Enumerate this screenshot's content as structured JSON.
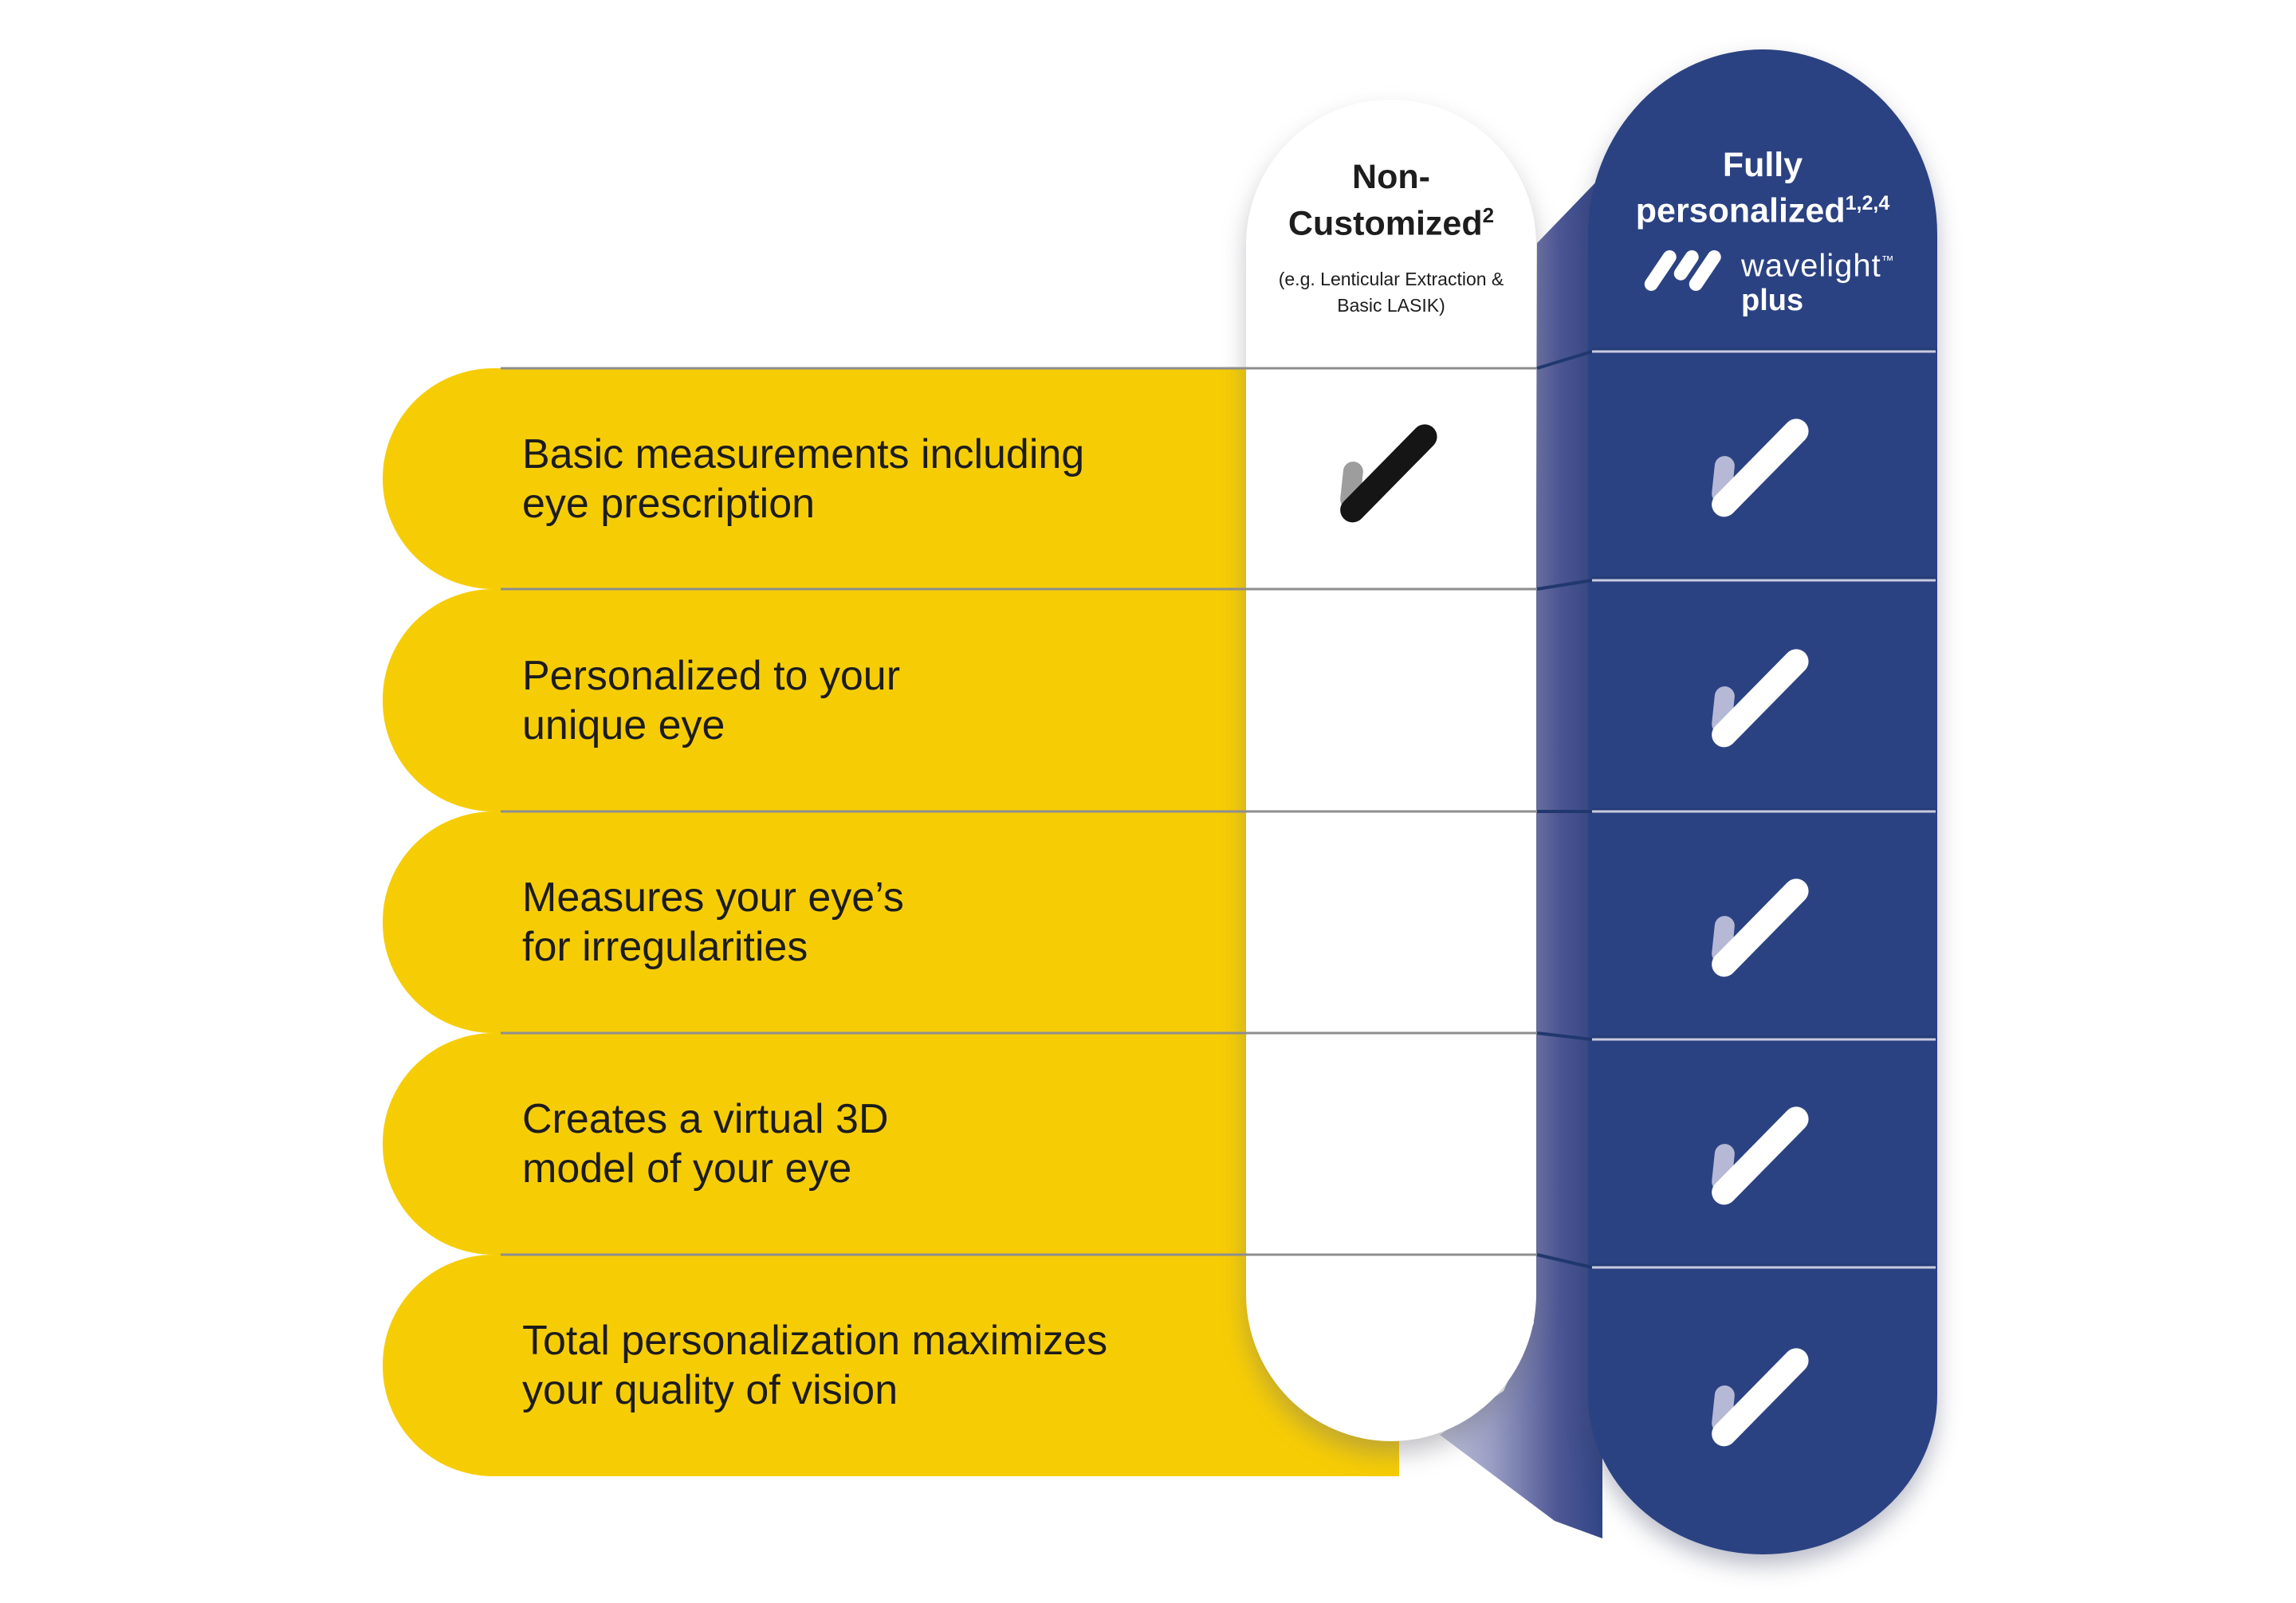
{
  "table": {
    "rows": [
      {
        "line1": "Basic measurements including",
        "line2": "eye prescription",
        "non_customized": true,
        "fully_personalized": true
      },
      {
        "line1": "Personalized to your",
        "line2": "unique eye",
        "non_customized": false,
        "fully_personalized": true
      },
      {
        "line1": "Measures your eye’s",
        "line2": "for irregularities",
        "non_customized": false,
        "fully_personalized": true
      },
      {
        "line1": "Creates a virtual 3D",
        "line2": "model of your eye",
        "non_customized": false,
        "fully_personalized": true
      },
      {
        "line1": "Total personalization maximizes",
        "line2": "your quality of vision",
        "non_customized": false,
        "fully_personalized": true
      }
    ],
    "columns": {
      "non_customized": {
        "title": "Non-",
        "title2": "Customized",
        "superscript": "2",
        "subtitle_line1": "(e.g. Lenticular Extraction &",
        "subtitle_line2": "Basic LASIK)"
      },
      "fully_personalized": {
        "title": "Fully",
        "title2": "personalized",
        "superscript": "1,2,4",
        "brand_name": "wavelight",
        "brand_tm": "™",
        "brand_suffix": "plus"
      }
    }
  },
  "colors": {
    "yellow": "#F6CD05",
    "blue": "#2B4282",
    "separator_gray": "#8E8E8E",
    "separator_lavender": "#C9CBE0",
    "separator_navy": "#20386E",
    "check_dark": "#151515",
    "check_gray": "#9D9D9D",
    "check_lavender": "#B6B9D6"
  }
}
